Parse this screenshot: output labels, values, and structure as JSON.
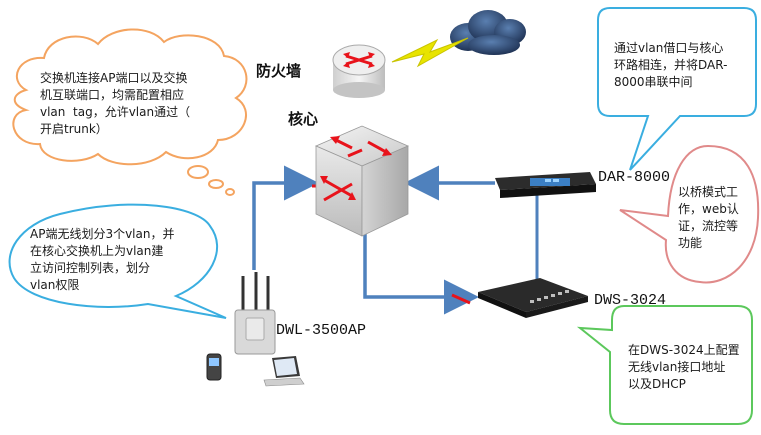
{
  "labels": {
    "firewall": "防火墙",
    "core": "核心",
    "dar": "DAR-8000",
    "dws": "DWS-3024",
    "ap": "DWL-3500AP"
  },
  "callouts": {
    "top_left": [
      "交换机连接AP端口以及交换",
      "机互联端口，均需配置相应",
      "vlan  tag，允许vlan通过（",
      "开启trunk）"
    ],
    "left": [
      "AP端无线划分3个vlan，并",
      "在核心交换机上为vlan建",
      "立访问控制列表，划分",
      "vlan权限"
    ],
    "top_right": [
      "通过vlan借口与核心",
      "环路相连，并将DAR-",
      "8000串联中间"
    ],
    "right_mid": [
      "以桥模式工",
      "作，web认",
      "证，流控等",
      "功能"
    ],
    "bottom_right": [
      "在DWS-3024上配置",
      "无线vlan接口地址",
      "以及DHCP"
    ]
  },
  "colors": {
    "link_blue": "#4f81bd",
    "link_red": "#e8131b",
    "lightning": "#e8e400",
    "callout_orange": "#f4a460",
    "callout_blue": "#3aaee0",
    "callout_pink": "#e08a8a",
    "callout_green": "#5cc85c"
  }
}
